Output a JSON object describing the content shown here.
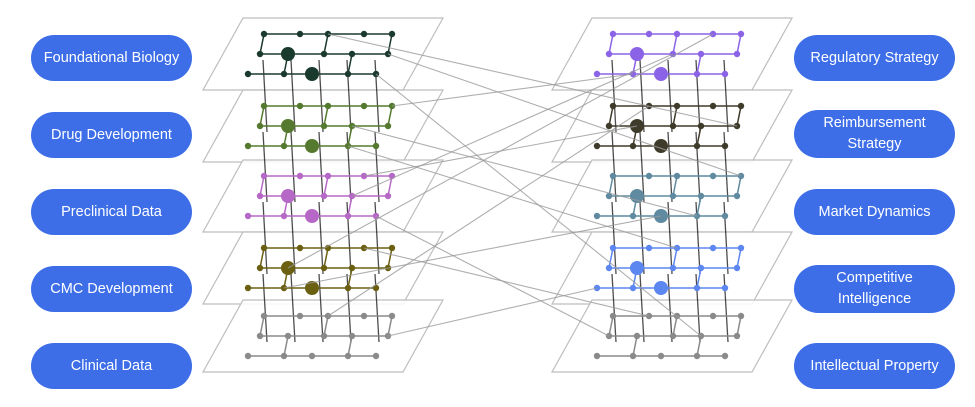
{
  "left_labels": [
    "Foundational Biology",
    "Drug Development",
    "Preclinical Data",
    "CMC Development",
    "Clinical Data"
  ],
  "right_labels": [
    "Regulatory Strategy",
    "Reimbursement\nStrategy",
    "Market Dynamics",
    "Competitive\nIntelligence",
    "Intellectual Property"
  ],
  "colors": {
    "pill": "#3d6ee8",
    "left_layers": [
      "#1b3a2e",
      "#557a2f",
      "#b668c6",
      "#6b6012",
      "#8a8a8a"
    ],
    "right_layers": [
      "#8a63e6",
      "#3f3b2a",
      "#5f8aa0",
      "#5c86f0",
      "#8a8a8a"
    ],
    "plane_stroke": "#bdbdbd",
    "cross_link": "#9a9a9a"
  }
}
